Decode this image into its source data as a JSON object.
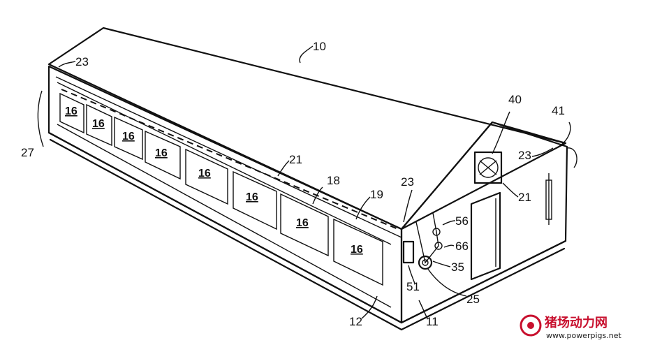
{
  "labels": {
    "building": "10",
    "side_top_left": "23",
    "left_end": "27",
    "panel": "16",
    "ridge_mid": "21",
    "eave_18": "18",
    "corner_19": "19",
    "corner_23": "23",
    "fan": "40",
    "cable": "41",
    "end_23": "23",
    "end_21": "21",
    "ctrl_56": "56",
    "ctrl_66": "66",
    "ctrl_35": "35",
    "box_51": "51",
    "reel_25": "25",
    "base_12": "12",
    "base_11": "11"
  },
  "watermark": {
    "brand": "猪场动力网",
    "url": "www.powerpigs.net",
    "prefix": "猪场动力网"
  }
}
